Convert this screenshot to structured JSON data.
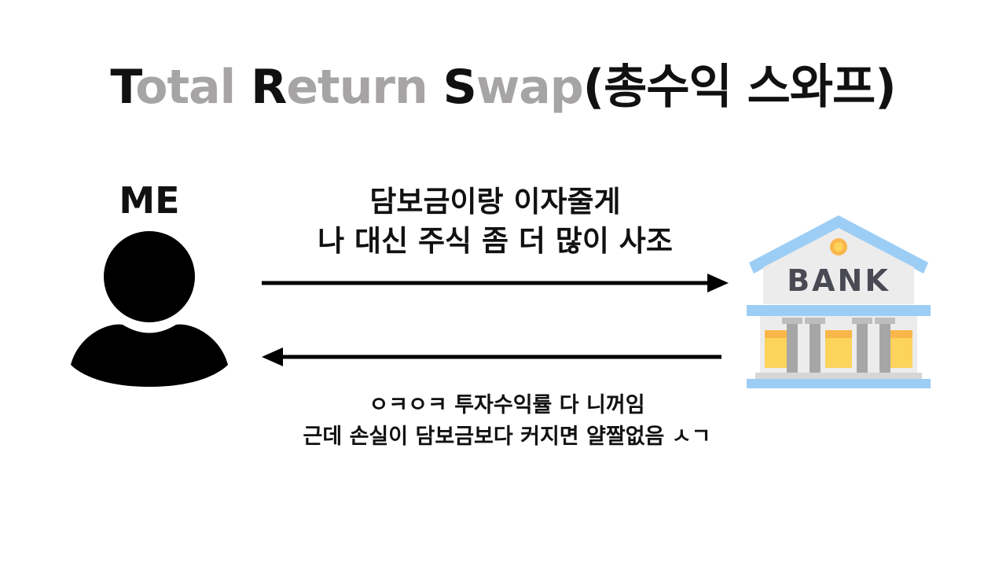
{
  "title": {
    "parts": [
      {
        "text": "T",
        "color": "#111111"
      },
      {
        "text": "otal ",
        "color": "#a6a4a4"
      },
      {
        "text": "R",
        "color": "#111111"
      },
      {
        "text": "eturn ",
        "color": "#a6a4a4"
      },
      {
        "text": "S",
        "color": "#111111"
      },
      {
        "text": "wap",
        "color": "#a6a4a4"
      },
      {
        "text": "(총수익 스와프)",
        "color": "#111111"
      }
    ]
  },
  "me": {
    "label": "ME",
    "icon": "person-icon"
  },
  "message_to_bank": {
    "line1": "담보금이랑 이자줄게",
    "line2": "나 대신 주식 좀 더 많이 사조"
  },
  "message_from_bank": {
    "line1": "ㅇㅋㅇㅋ 투자수익률 다 니꺼임",
    "line2": "근데 손실이 담보금보다 커지면 얄짤없음 ㅅㄱ"
  },
  "bank": {
    "label": "BANK",
    "icon": "bank-icon"
  },
  "colors": {
    "title_dark": "#111111",
    "title_gray": "#a6a4a4",
    "roof_blue": "#9ccdf5",
    "bank_wall": "#ececec",
    "column_gray": "#a6a6a6",
    "window_yellow": "#fcd35b",
    "window_orange": "#f9b64a"
  }
}
